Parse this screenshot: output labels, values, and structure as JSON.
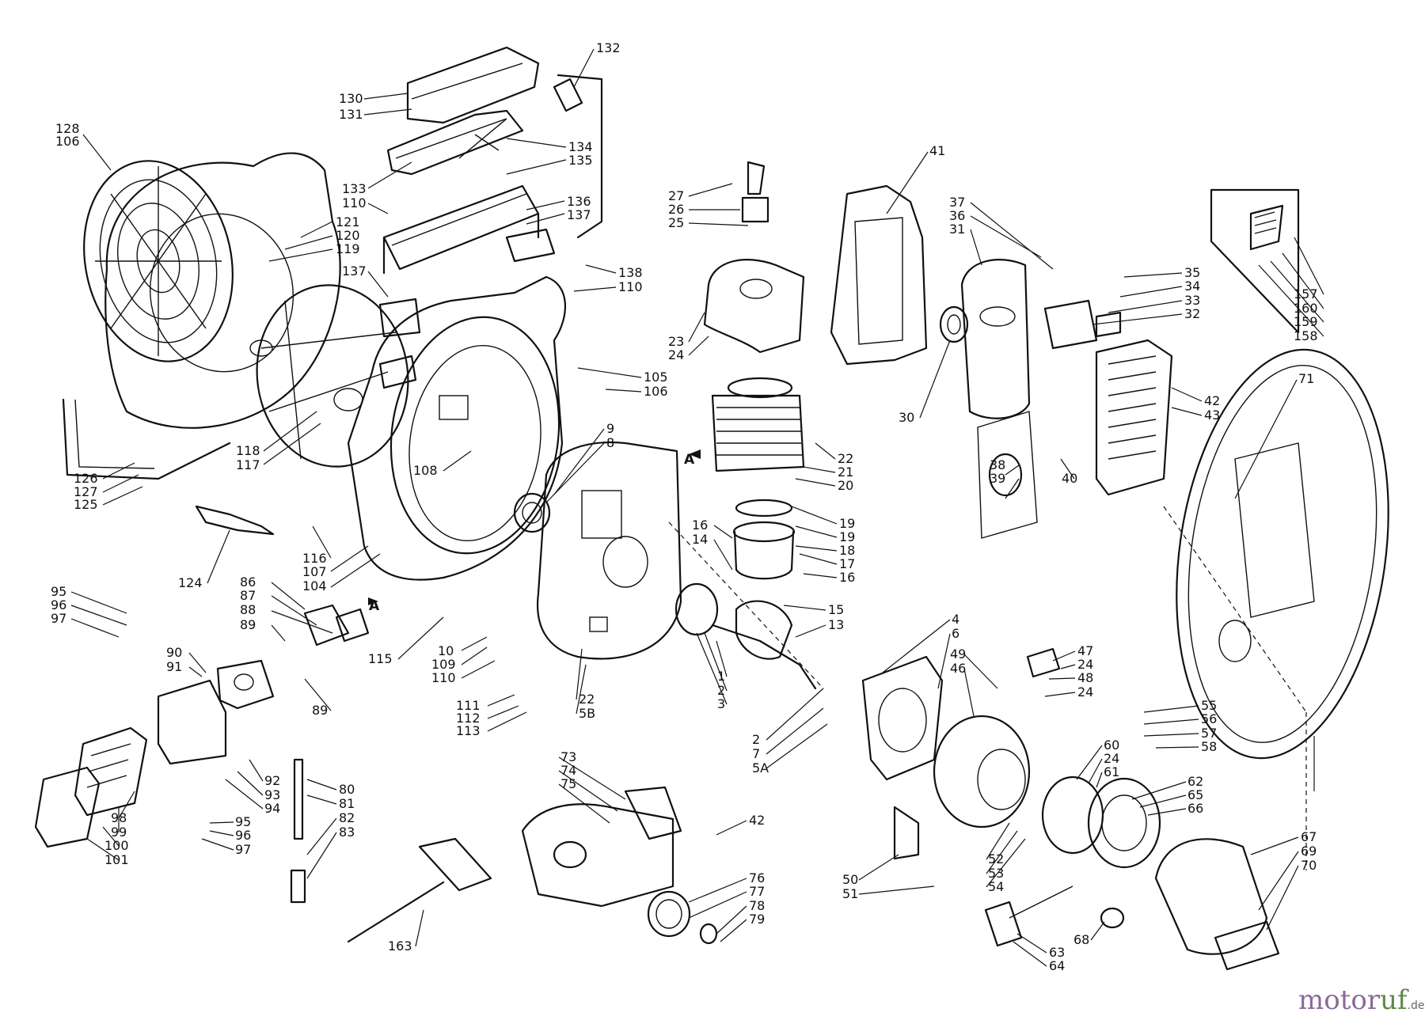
{
  "diagram": {
    "watermark": {
      "part1": "motor",
      "part2": "uf",
      "suffix": ".de"
    },
    "section_markers": [
      "A",
      "A"
    ],
    "labels": [
      "132",
      "130",
      "131",
      "128",
      "106",
      "134",
      "135",
      "133",
      "110",
      "136",
      "137",
      "121",
      "120",
      "119",
      "137",
      "138",
      "110",
      "105",
      "106",
      "118",
      "117",
      "108",
      "126",
      "127",
      "125",
      "124",
      "116",
      "107",
      "104",
      "115",
      "95",
      "96",
      "97",
      "86",
      "87",
      "88",
      "89",
      "90",
      "91",
      "89",
      "10",
      "109",
      "110",
      "111",
      "112",
      "113",
      "92",
      "93",
      "94",
      "98",
      "99",
      "100",
      "101",
      "80",
      "81",
      "82",
      "83",
      "95",
      "96",
      "97",
      "163",
      "9",
      "8",
      "22",
      "5B",
      "27",
      "26",
      "25",
      "23",
      "24",
      "41",
      "30",
      "37",
      "36",
      "31",
      "35",
      "34",
      "33",
      "32",
      "42",
      "43",
      "22",
      "21",
      "20",
      "38",
      "39",
      "40",
      "157",
      "160",
      "159",
      "158",
      "71",
      "16",
      "14",
      "19",
      "19",
      "18",
      "17",
      "16",
      "15",
      "13",
      "1",
      "2",
      "3",
      "4",
      "6",
      "2",
      "7",
      "5A",
      "47",
      "24",
      "48",
      "24",
      "49",
      "46",
      "55",
      "56",
      "57",
      "58",
      "60",
      "24",
      "61",
      "62",
      "65",
      "66",
      "73",
      "74",
      "75",
      "42",
      "76",
      "77",
      "78",
      "79",
      "50",
      "51",
      "52",
      "53",
      "54",
      "67",
      "69",
      "70",
      "68",
      "63",
      "64"
    ]
  }
}
